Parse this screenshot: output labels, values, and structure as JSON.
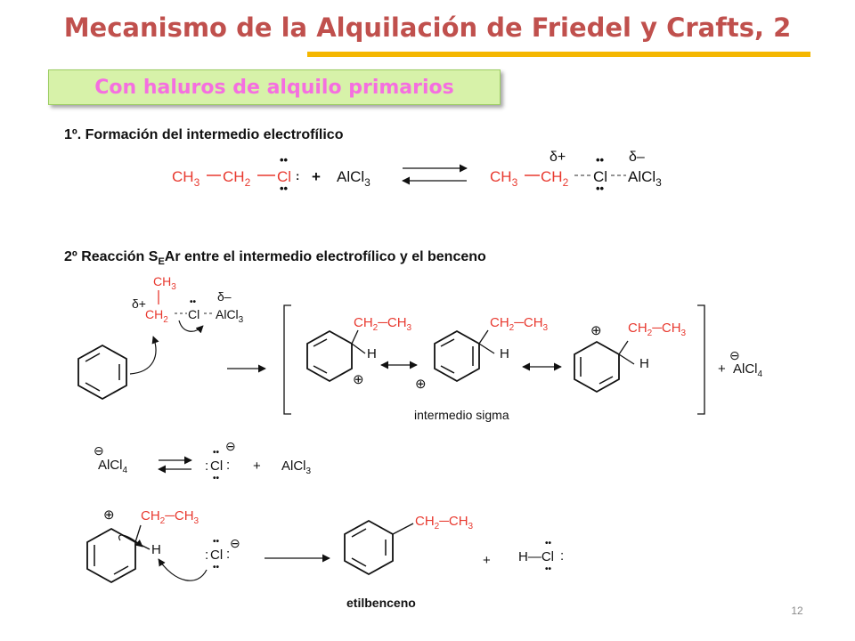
{
  "title": "Mecanismo de la Alquilación de Friedel y Crafts, 2",
  "subtitle": "Con haluros de alquilo primarios",
  "page_number": "12",
  "colors": {
    "title": "#c0504d",
    "underline": "#f5b700",
    "subtitle_text": "#f56fe0",
    "subtitle_bg": "#d7f2a9",
    "reagent": "#e8392f"
  },
  "step1": {
    "heading": "1º. Formación del intermedio electrofílico",
    "chloride": "CH₃—CH₂—Cl",
    "plus": "+",
    "lewis_acid": "AlCl₃",
    "complex": "CH₃—CH₂- - -Cl- - -AlCl₃",
    "delta_plus": "δ+",
    "delta_minus": "δ–"
  },
  "step2": {
    "heading": "2º Reacción SEAr entre el intermedio electrofílico  y el benceno",
    "heading_pre": "2º Reacción S",
    "heading_sub": "E",
    "heading_post": "Ar entre el intermedio electrofílico  y el benceno",
    "electrophile": {
      "delta_plus": "δ+",
      "delta_minus": "δ–",
      "ch3": "CH3",
      "ch2": "CH2",
      "cl": "Cl",
      "alcl3": "AlCl3"
    },
    "resonance_label": "intermedio sigma",
    "ethyl": "CH2—CH3",
    "h": "H",
    "plus_charge": "⊕",
    "minus_charge": "⊖",
    "counter_ion": "AlCl4"
  },
  "step3": {
    "alcl4": "AlCl4",
    "chloride_ion": "Cl",
    "alcl3": "AlCl3",
    "plus": "+"
  },
  "step4": {
    "ethyl": "CH2—CH3",
    "h": "H",
    "chloride_ion": "Cl",
    "product_label": "etilbenceno",
    "hcl": "H—Cl",
    "plus": "+"
  }
}
